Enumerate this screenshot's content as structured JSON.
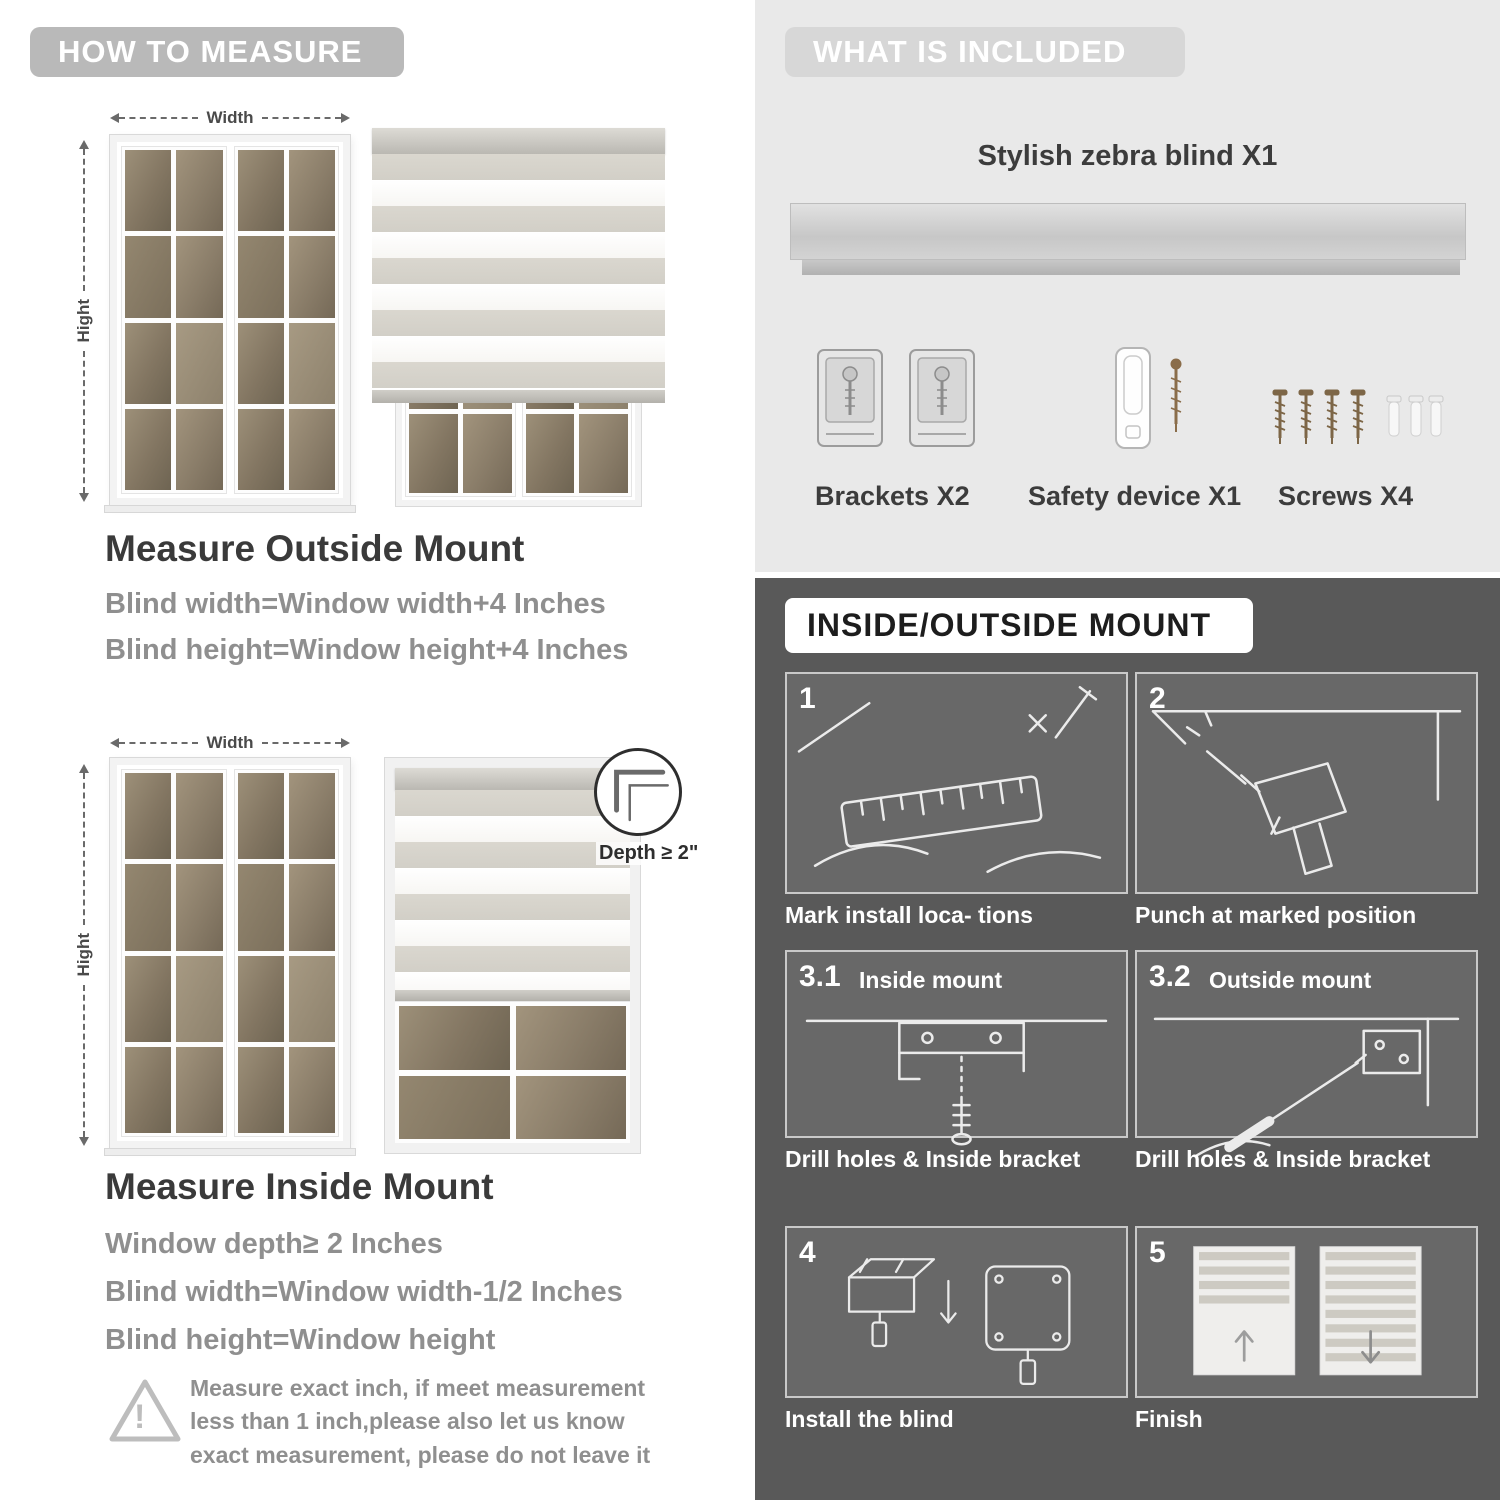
{
  "left": {
    "header": "HOW TO MEASURE",
    "labels": {
      "width": "Width",
      "height": "Hight"
    },
    "outside": {
      "heading": "Measure Outside Mount",
      "line1": "Blind width=Window width+4 Inches",
      "line2": "Blind height=Window height+4 Inches"
    },
    "inside": {
      "depth_callout": "Depth ≥ 2\"",
      "heading": "Measure Inside Mount",
      "line1": "Window depth≥ 2 Inches",
      "line2": "Blind width=Window width-1/2 Inches",
      "line3": "Blind height=Window height"
    },
    "warning": {
      "mark": "!",
      "text": "Measure exact inch, if meet measurement less than 1 inch,please also let us know exact measurement, please do not leave it"
    }
  },
  "right": {
    "included": {
      "header": "WHAT IS INCLUDED",
      "blind_label": "Stylish zebra blind X1",
      "items": [
        {
          "label": "Brackets X2"
        },
        {
          "label": "Safety device X1"
        },
        {
          "label": "Screws X4"
        }
      ]
    },
    "mount": {
      "header": "INSIDE/OUTSIDE MOUNT",
      "steps": [
        {
          "num": "1",
          "caption": "Mark install loca- tions"
        },
        {
          "num": "2",
          "caption": "Punch at  marked position"
        },
        {
          "num": "3.1",
          "label": "Inside mount",
          "caption": "Drill holes &  Inside bracket"
        },
        {
          "num": "3.2",
          "label": "Outside mount",
          "caption": "Drill holes &  Inside bracket"
        },
        {
          "num": "4",
          "caption": "Install the blind"
        },
        {
          "num": "5",
          "caption": "Finish"
        }
      ]
    }
  },
  "colors": {
    "header_pill_gray": "#b9b9b9",
    "included_panel_gray": "#e9e9e9",
    "mount_panel_dark": "#595959",
    "zebra_stripe": "#d9d6ce"
  }
}
